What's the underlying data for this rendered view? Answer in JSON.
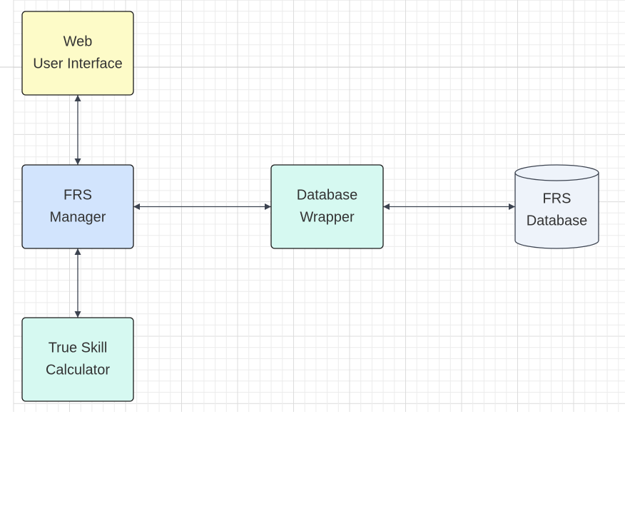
{
  "diagram": {
    "nodes": [
      {
        "id": "web-ui",
        "lines": [
          "Web",
          "User Interface"
        ],
        "fill": "#fdfbc8",
        "stroke": "#1a1a1a"
      },
      {
        "id": "frs-manager",
        "lines": [
          "FRS",
          "Manager"
        ],
        "fill": "#d2e4fd",
        "stroke": "#1a1a1a"
      },
      {
        "id": "database-wrapper",
        "lines": [
          "Database",
          "Wrapper"
        ],
        "fill": "#d6f9f1",
        "stroke": "#1a1a1a"
      },
      {
        "id": "frs-database",
        "lines": [
          "FRS",
          "Database"
        ],
        "fill": "#eef3fa",
        "stroke": "#3c4350"
      },
      {
        "id": "true-skill-calculator",
        "lines": [
          "True Skill",
          "Calculator"
        ],
        "fill": "#d6f9f1",
        "stroke": "#1a1a1a"
      }
    ],
    "edges": [
      {
        "from": "web-ui",
        "to": "frs-manager",
        "bidirectional": true
      },
      {
        "from": "frs-manager",
        "to": "database-wrapper",
        "bidirectional": true
      },
      {
        "from": "database-wrapper",
        "to": "frs-database",
        "bidirectional": true
      },
      {
        "from": "frs-manager",
        "to": "true-skill-calculator",
        "bidirectional": true
      }
    ],
    "colors": {
      "edge": "#3c4350",
      "grid_minor": "#ececec",
      "grid_major": "#dcdcdc",
      "text": "#333333"
    }
  }
}
